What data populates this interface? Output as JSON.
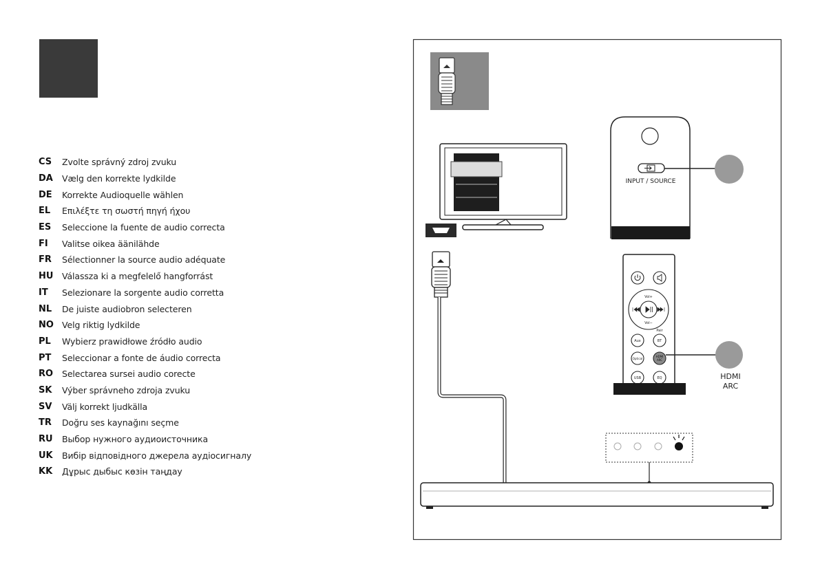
{
  "languages": [
    {
      "code": "CS",
      "text": "Zvolte správný zdroj zvuku"
    },
    {
      "code": "DA",
      "text": "Vælg den korrekte lydkilde"
    },
    {
      "code": "DE",
      "text": "Korrekte Audioquelle wählen"
    },
    {
      "code": "EL",
      "text": "Επιλέξτε τη σωστή πηγή ήχου"
    },
    {
      "code": "ES",
      "text": "Seleccione la fuente de audio correcta"
    },
    {
      "code": "FI",
      "text": "Valitse oikea äänilähde"
    },
    {
      "code": "FR",
      "text": "Sélectionner la source audio adéquate"
    },
    {
      "code": "HU",
      "text": "Válassza ki a megfelelő hangforrást"
    },
    {
      "code": "IT",
      "text": "Selezionare la sorgente audio corretta"
    },
    {
      "code": "NL",
      "text": "De juiste audiobron selecteren"
    },
    {
      "code": "NO",
      "text": "Velg riktig lydkilde"
    },
    {
      "code": "PL",
      "text": "Wybierz prawidłowe źródło audio"
    },
    {
      "code": "PT",
      "text": "Seleccionar a fonte de áudio correcta"
    },
    {
      "code": "RO",
      "text": "Selectarea sursei audio corecte"
    },
    {
      "code": "SK",
      "text": "Výber správneho zdroja zvuku"
    },
    {
      "code": "SV",
      "text": "Välj korrekt ljudkälla"
    },
    {
      "code": "TR",
      "text": "Doğru ses kaynağını seçme"
    },
    {
      "code": "RU",
      "text": "Выбор нужного аудиоисточника"
    },
    {
      "code": "UK",
      "text": "Вибір відповідного джерела аудіосигналу"
    },
    {
      "code": "KK",
      "text": "Дұрыс дыбыс көзін таңдау"
    }
  ],
  "diagram": {
    "remote_top_label": "INPUT / SOURCE",
    "remote_buttons": {
      "vol_up": "Vol+",
      "vol_down": "Vol−",
      "pair": "Pair",
      "aux": "Aux",
      "bt": "BT",
      "optical": "Optical",
      "hdmi_arc_line1": "HDMI",
      "hdmi_arc_line2": "ARC",
      "usb": "USB",
      "eq": "EQ"
    },
    "callout_line1": "HDMI",
    "callout_line2": "ARC"
  }
}
